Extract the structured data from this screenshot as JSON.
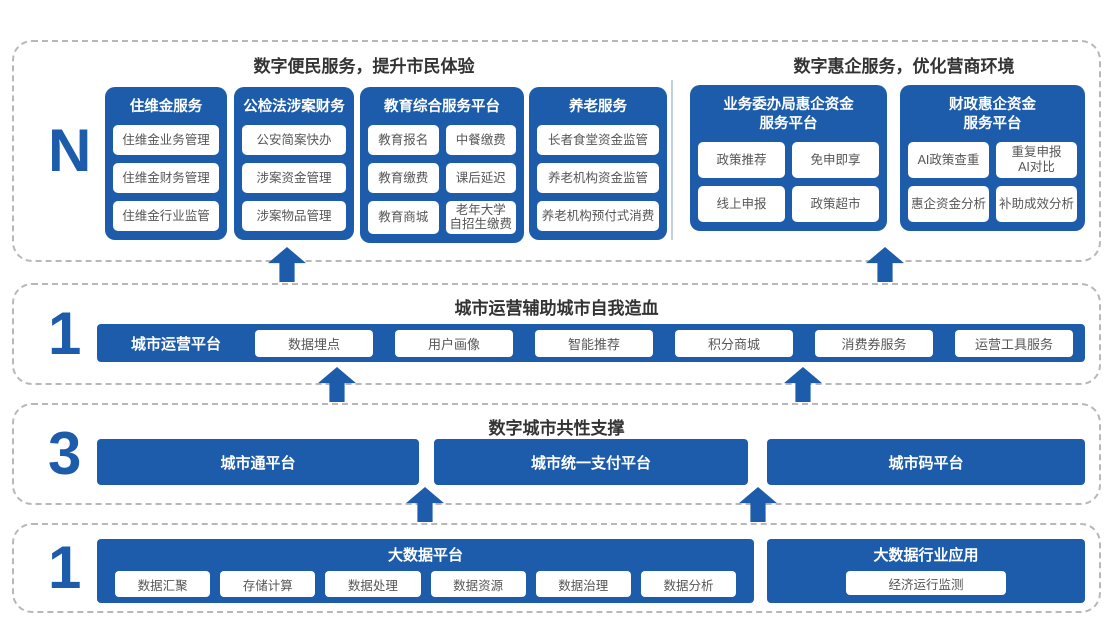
{
  "colors": {
    "accent_blue": "#1c5cab",
    "title_text": "#333333",
    "item_text": "#565656",
    "dashed_border": "#b8b8b8",
    "divider": "#c3cfe0"
  },
  "section_citizen": {
    "badge": "N",
    "left_title": "数字便民服务，提升市民体验",
    "right_title": "数字惠企服务，优化营商环境",
    "cards": [
      {
        "title": "住维金服务",
        "items": [
          "住维金业务管理",
          "住维金财务管理",
          "住维金行业监管"
        ]
      },
      {
        "title": "公检法涉案财务",
        "items": [
          "公安简案快办",
          "涉案资金管理",
          "涉案物品管理"
        ]
      },
      {
        "title": "教育综合服务平台",
        "items": [
          "教育报名",
          "中餐缴费",
          "教育缴费",
          "课后延迟",
          "教育商城",
          "老年大学\n自招生缴费"
        ]
      },
      {
        "title": "养老服务",
        "items": [
          "长者食堂资金监管",
          "养老机构资金监管",
          "养老机构预付式消费"
        ]
      },
      {
        "title": "业务委办局惠企资金\n服务平台",
        "items": [
          "政策推荐",
          "免申即享",
          "线上申报",
          "政策超市"
        ]
      },
      {
        "title": "财政惠企资金\n服务平台",
        "items": [
          "AI政策查重",
          "重复申报\nAI对比",
          "惠企资金分析",
          "补助成效分析"
        ]
      }
    ]
  },
  "section_operation": {
    "badge": "1",
    "title": "城市运营辅助城市自我造血",
    "platform_label": "城市运营平台",
    "items": [
      "数据埋点",
      "用户画像",
      "智能推荐",
      "积分商城",
      "消费券服务",
      "运营工具服务"
    ]
  },
  "section_support": {
    "badge": "3",
    "title": "数字城市共性支撑",
    "platforms": [
      "城市通平台",
      "城市统一支付平台",
      "城市码平台"
    ]
  },
  "section_data": {
    "badge": "1",
    "bigdata": {
      "title": "大数据平台",
      "items": [
        "数据汇聚",
        "存储计算",
        "数据处理",
        "数据资源",
        "数据治理",
        "数据分析"
      ]
    },
    "industry": {
      "title": "大数据行业应用",
      "items": [
        "经济运行监测"
      ]
    }
  }
}
